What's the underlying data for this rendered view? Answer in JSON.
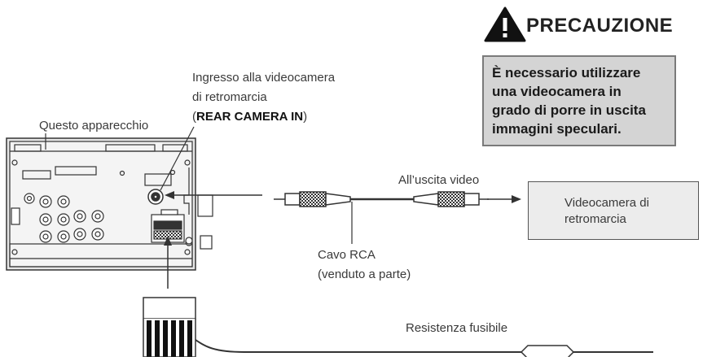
{
  "caution": {
    "title": "PRECAUZIONE",
    "lines": [
      "È necessario utilizzare",
      "una videocamera in",
      "grado di porre in uscita",
      "immagini speculari."
    ]
  },
  "labels": {
    "unit": "Questo apparecchio",
    "input_line1": "Ingresso alla videocamera",
    "input_line2": "di retromarcia",
    "input_code": "REAR CAMERA IN",
    "video_out": "All’uscita video",
    "camera_line1": "Videocamera di",
    "camera_line2": "retromarcia",
    "cable_line1": "Cavo RCA",
    "cable_line2": "(venduto a parte)",
    "fuse": "Resistenza fusibile"
  },
  "colors": {
    "line": "#333333",
    "caution_fill": "#d4d4d4",
    "camera_fill": "#ececec",
    "unit_fill": "#e6e6e6"
  },
  "icons": {
    "warning": "warning-triangle-icon",
    "fuse": "fuse-resistor-icon"
  }
}
